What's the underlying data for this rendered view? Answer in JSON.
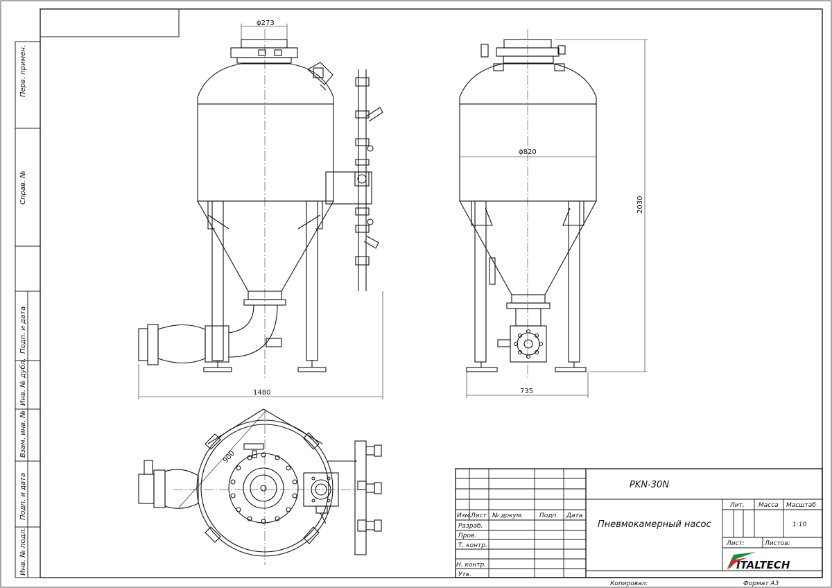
{
  "drawing": {
    "dims": {
      "top_flange": "ϕ273",
      "body_diameter": "ϕ820",
      "height": "2030",
      "front_width": "1480",
      "side_width": "735",
      "plan_diameter": "900"
    }
  },
  "side_labels": {
    "perv_primen": "Перв. примен.",
    "sprav_no": "Справ. №",
    "podp_data_1": "Подп. и дата",
    "inv_dubl": "Инв. № дубл.",
    "vzam_inv": "Взам. инв. №",
    "podp_data_2": "Подп. и дата",
    "inv_podl": "Инв. № подл."
  },
  "title_block": {
    "designation": "PKN-30N",
    "name": "Пневмокамерный насос",
    "col_izm": "Изм.",
    "col_list": "Лист",
    "col_doc": "№ докум.",
    "col_podp": "Подп.",
    "col_data": "Дата",
    "row_razrab": "Разраб.",
    "row_prov": "Пров.",
    "row_tkontr": "Т. контр.",
    "row_nkontr": "Н. контр.",
    "row_utv": "Утв.",
    "lit": "Лит.",
    "massa": "Масса",
    "masshtab": "Масштаб",
    "scale_value": "1:10",
    "sheet": "Лист:",
    "sheets": "Листов:",
    "company": "ITALTECH",
    "copied": "Копировал:",
    "format": "Формат А3"
  }
}
